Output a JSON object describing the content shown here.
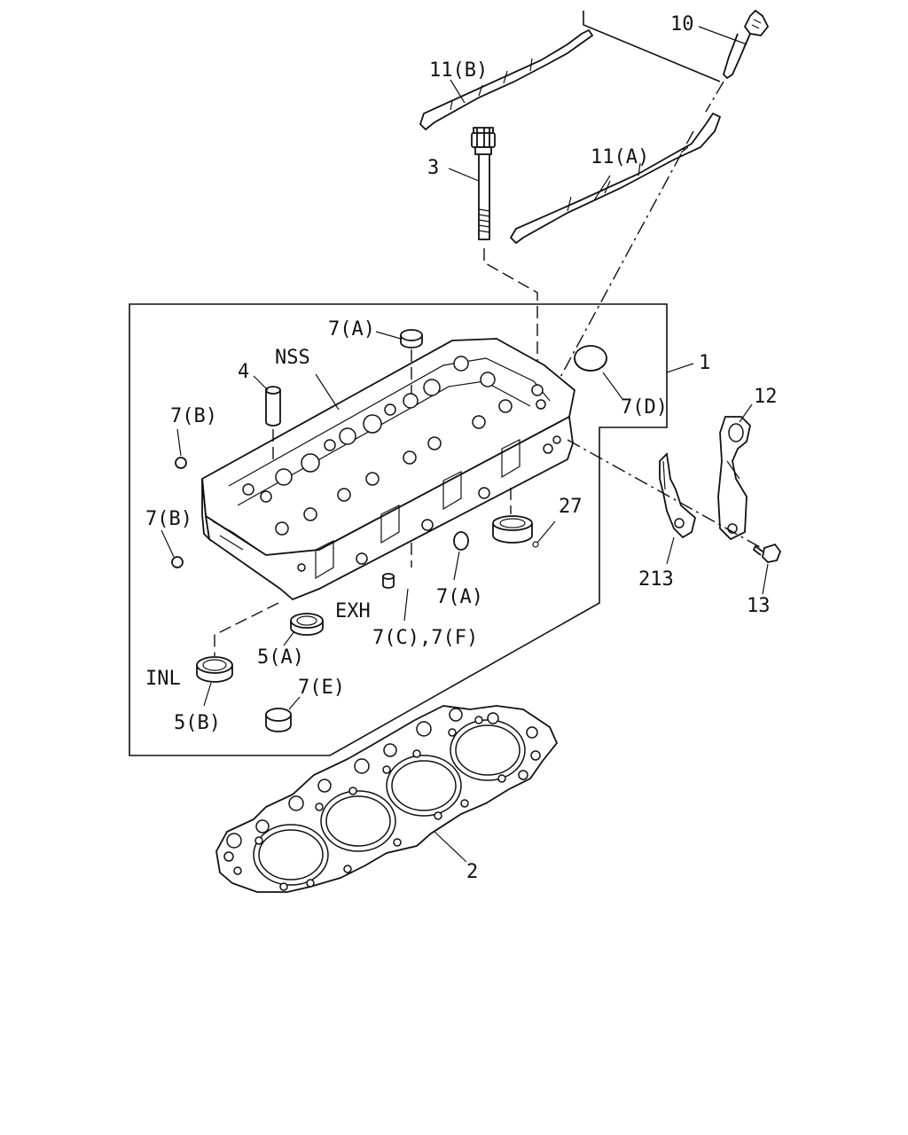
{
  "callouts": {
    "p10": "10",
    "p11b": "11(B)",
    "p3": "3",
    "p11a": "11(A)",
    "p7a_top": "7(A)",
    "nss": "NSS",
    "p4": "4",
    "p1": "1",
    "p12": "12",
    "p7d": "7(D)",
    "p7b_upper": "7(B)",
    "p7b_lower": "7(B)",
    "p27": "27",
    "p213": "213",
    "p13": "13",
    "p7a_bottom": "7(A)",
    "exh": "EXH",
    "p7c_7f": "7(C),7(F)",
    "p5a": "5(A)",
    "inl": "INL",
    "p5b": "5(B)",
    "p7e": "7(E)",
    "p2": "2"
  }
}
